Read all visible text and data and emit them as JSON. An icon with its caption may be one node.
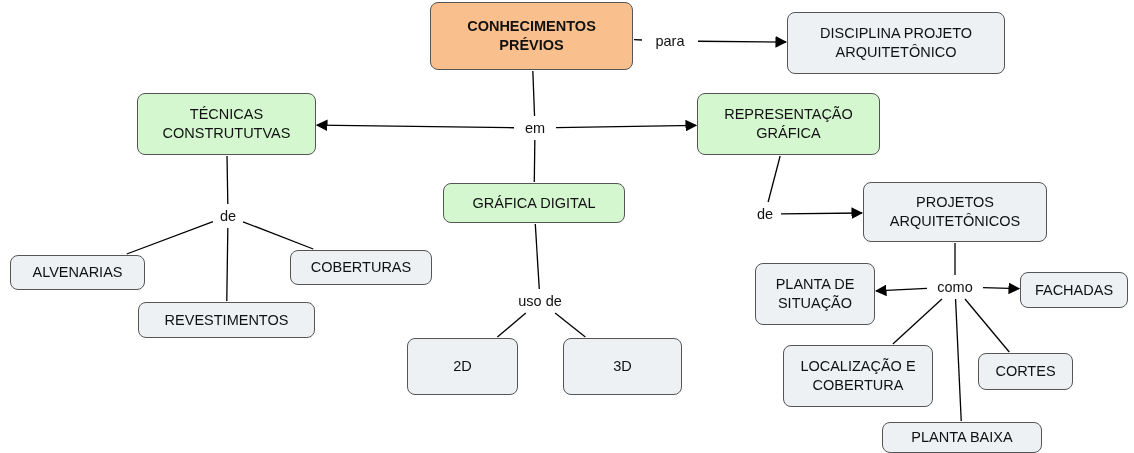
{
  "diagram": {
    "nodes": [
      {
        "text": [
          "CONHECIMENTOS PRÉVIOS"
        ]
      },
      {
        "text": [
          "para"
        ]
      },
      {
        "text": [
          "DISCIPLINA PROJETO ARQUITETÔNICO"
        ]
      },
      {
        "text": [
          "TÉCNICAS CONSTRUTUTVAS"
        ]
      },
      {
        "text": [
          "em"
        ]
      },
      {
        "text": [
          "REPRESENTAÇÃO GRÁFICA"
        ]
      },
      {
        "text": [
          "GRÁFICA DIGITAL"
        ]
      },
      {
        "text": [
          "de"
        ]
      },
      {
        "text": [
          "ALVENARIAS"
        ]
      },
      {
        "text": [
          "COBERTURAS"
        ]
      },
      {
        "text": [
          "REVESTIMENTOS"
        ]
      },
      {
        "text": [
          "uso de"
        ]
      },
      {
        "text": [
          "2D"
        ]
      },
      {
        "text": [
          "3D"
        ]
      },
      {
        "text": [
          "de"
        ]
      },
      {
        "text": [
          "PROJETOS ARQUITETÔNICOS"
        ]
      },
      {
        "text": [
          "PLANTA DE SITUAÇÃO"
        ]
      },
      {
        "text": [
          "como"
        ]
      },
      {
        "text": [
          "FACHADAS"
        ]
      },
      {
        "text": [
          "LOCALIZAÇÃO E COBERTURA"
        ]
      },
      {
        "text": [
          "CORTES"
        ]
      },
      {
        "text": [
          "PLANTA BAIXA"
        ]
      }
    ],
    "edges": [
      {
        "from": 0,
        "to": 1,
        "arrow": "none"
      },
      {
        "from": 1,
        "to": 2,
        "arrow": "to"
      },
      {
        "from": 0,
        "to": 4,
        "arrow": "none"
      },
      {
        "from": 4,
        "to": 3,
        "arrow": "to"
      },
      {
        "from": 4,
        "to": 5,
        "arrow": "to"
      },
      {
        "from": 4,
        "to": 6,
        "arrow": "none"
      },
      {
        "from": 3,
        "to": 7,
        "arrow": "none"
      },
      {
        "from": 7,
        "to": 8,
        "arrow": "none"
      },
      {
        "from": 7,
        "to": 9,
        "arrow": "none"
      },
      {
        "from": 7,
        "to": 10,
        "arrow": "none"
      },
      {
        "from": 6,
        "to": 11,
        "arrow": "none"
      },
      {
        "from": 11,
        "to": 12,
        "arrow": "none"
      },
      {
        "from": 11,
        "to": 13,
        "arrow": "none"
      },
      {
        "from": 5,
        "to": 14,
        "arrow": "none"
      },
      {
        "from": 14,
        "to": 15,
        "arrow": "to"
      },
      {
        "from": 15,
        "to": 17,
        "arrow": "none"
      },
      {
        "from": 17,
        "to": 16,
        "arrow": "to"
      },
      {
        "from": 17,
        "to": 18,
        "arrow": "to"
      },
      {
        "from": 17,
        "to": 19,
        "arrow": "none"
      },
      {
        "from": 17,
        "to": 20,
        "arrow": "none"
      },
      {
        "from": 17,
        "to": 21,
        "arrow": "none"
      }
    ]
  }
}
